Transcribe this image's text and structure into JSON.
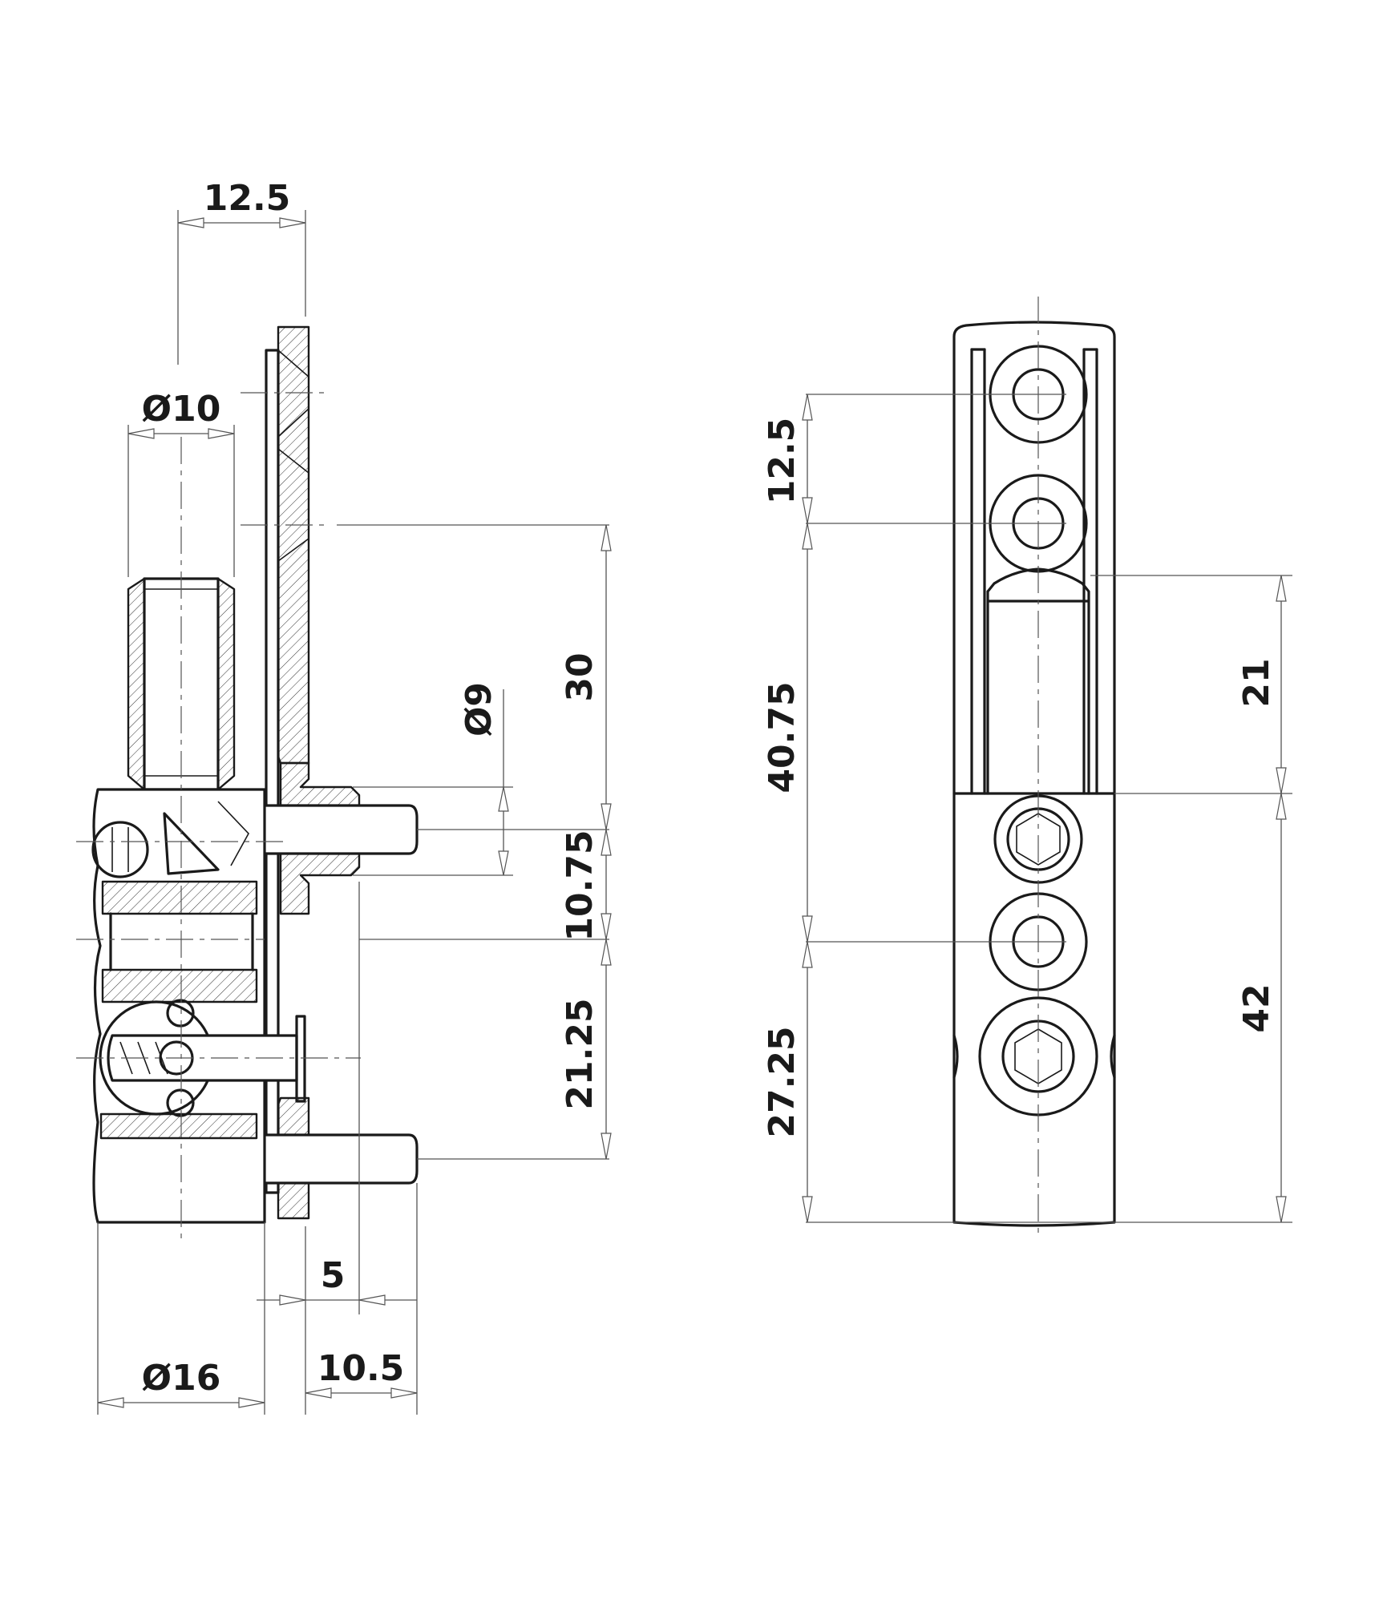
{
  "drawing": {
    "side_view": {
      "dimensions": {
        "top_width": "12.5",
        "pin_diameter": "Ø10",
        "bolt_diameter": "Ø9",
        "spacing_upper": "30",
        "spacing_middle": "10.75",
        "spacing_lower": "21.25",
        "plate_offset": "5",
        "bolt_length": "10.5",
        "body_diameter": "Ø16"
      }
    },
    "front_view": {
      "dimensions": {
        "hole_pitch": "12.5",
        "left_middle": "40.75",
        "left_lower": "27.25",
        "right_upper": "21",
        "right_lower": "42"
      }
    }
  }
}
